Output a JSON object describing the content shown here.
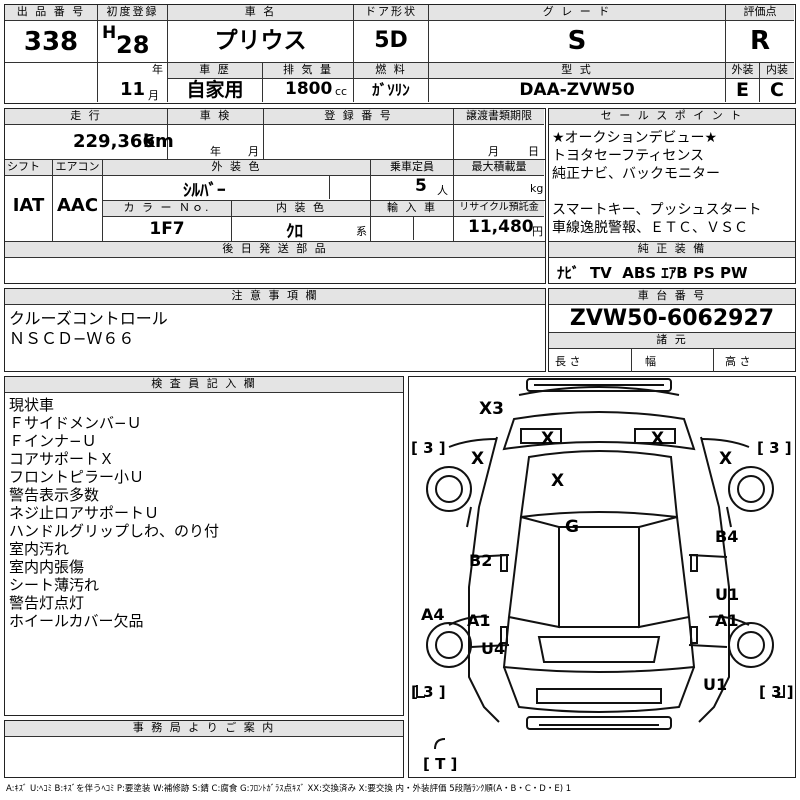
{
  "header": {
    "lot_no_label": "出 品 番 号",
    "lot_no": "338",
    "first_reg_label": "初度登録",
    "era": "H",
    "year": "28",
    "year_unit": "年",
    "month": "11",
    "month_unit": "月",
    "car_name_label": "車 名",
    "car_name": "プリウス",
    "door_label": "ドア形状",
    "door": "5D",
    "grade_label": "グ レ ー ド",
    "grade": "S",
    "score_label": "評価点",
    "score": "R",
    "history_label": "車 歴",
    "history": "自家用",
    "displacement_label": "排 気 量",
    "displacement": "1800",
    "displacement_unit": "cc",
    "fuel_label": "燃 料",
    "fuel": "ｶﾞｿﾘﾝ",
    "model_label": "型 式",
    "model": "DAA-ZVW50",
    "exterior_label": "外装",
    "exterior": "E",
    "interior_label": "内装",
    "interior": "C"
  },
  "row2": {
    "mileage_label": "走 行",
    "mileage": "229,366",
    "mileage_unit": "km",
    "inspection_label": "車 検",
    "inspection_year_unit": "年",
    "inspection_month_unit": "月",
    "reg_no_label": "登 録 番 号",
    "transfer_label": "譲渡書類期限",
    "transfer_month_unit": "月",
    "transfer_day_unit": "日",
    "shift_label": "シフト",
    "shift": "IAT",
    "ac_label": "エアコン",
    "ac": "AAC",
    "ext_color_label": "外 装 色",
    "ext_color": "ｼﾙﾊﾞｰ",
    "capacity_label": "乗車定員",
    "capacity": "5",
    "capacity_unit": "人",
    "max_load_label": "最大積載量",
    "max_load_unit": "kg",
    "color_no_label": "カ ラ ー Ｎｏ.",
    "color_no": "1F7",
    "int_color_label": "内 装 色",
    "int_color": "ｸﾛ",
    "int_color_unit": "系",
    "import_label": "輸 入 車",
    "recycle_label": "リサイクル預託金",
    "recycle": "11,480",
    "recycle_unit": "円",
    "later_parts_label": "後 日 発 送 部 品"
  },
  "sales_points": {
    "label": "セ ー ル ス ポ イ ン ト",
    "lines": [
      "★オークションデビュー★",
      "トヨタセーフティセンス",
      "純正ナビ、バックモニター",
      "",
      "スマートキー、プッシュスタート",
      "車線逸脱警報、ＥＴＣ、ＶＳＣ"
    ]
  },
  "equipment": {
    "label": "純 正 装 備",
    "items": "ﾅﾋﾞ  TV  ABS ｴｱB PS PW"
  },
  "notes": {
    "label": "注 意 事 項 欄",
    "lines": [
      "クルーズコントロール",
      "ＮＳＣＤ−Ｗ６６"
    ]
  },
  "chassis": {
    "label": "車 台 番 号",
    "number": "ZVW50-6062927",
    "specs_label": "諸 元",
    "length_label": "長 さ",
    "width_label": "幅",
    "height_label": "高 さ"
  },
  "inspector": {
    "label": "検 査 員 記 入 欄",
    "lines": [
      "現状車",
      "Ｆサイドメンバ−Ｕ",
      "Ｆインナ−Ｕ",
      "コアサポートＸ",
      "フロントピラー小Ｕ",
      "警告表示多数",
      "ネジ止ロアサポートＵ",
      "ハンドルグリップしわ、のり付",
      "室内汚れ",
      "室内内張傷",
      "シート薄汚れ",
      "警告灯点灯",
      "ホイールカバー欠品"
    ]
  },
  "diagram": {
    "marks": {
      "front": "X3",
      "front_windows_l": "X",
      "front_windows_r": "X",
      "fender_l": "X",
      "fender_r": "X",
      "hood": "X",
      "roof": "G",
      "door_fl": "B2",
      "door_fr": "B4",
      "rocker_l": "A4",
      "door_rl": "A1",
      "door_rr_a": "U1",
      "door_rr_b": "A1",
      "quarter_l": "U4",
      "rear_r": "U1"
    },
    "tires": {
      "fl": "[ 3 ]",
      "fr": "[ 3 ]",
      "rl": "[ 3 ]",
      "rr": "[ 3 ]",
      "spare": "[ T ]"
    }
  },
  "office": {
    "label": "事 務 局 よ り ご 案 内"
  },
  "legend": "A:ｷｽﾞ U:ﾍｺﾐ B:ｷｽﾞを伴うﾍｺﾐ P:要塗装 W:補修跡 S:錆 C:腐食 G:ﾌﾛﾝﾄｶﾞﾗｽ点ｷｽﾞ XX:交換済み X:要交換 内・外装評価 5段階ﾗﾝｸ順(A・B・C・D・E) 1"
}
